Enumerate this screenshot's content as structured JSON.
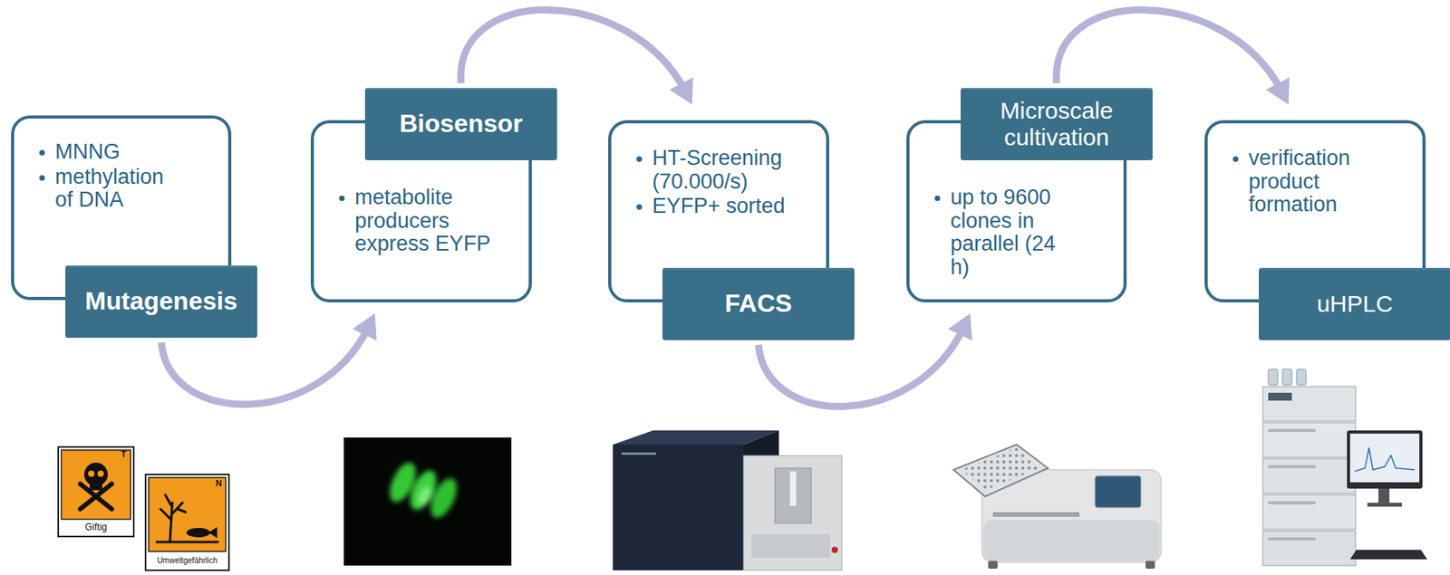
{
  "diagram": {
    "nodes": [
      {
        "text": [
          "MNNG",
          "methylation of DNA",
          "Mutagenesis"
        ]
      },
      {
        "text": [
          "Biosensor",
          "metabolite producers express EYFP"
        ]
      },
      {
        "text": [
          "HT-Screening (70.000/s)",
          "EYFP+ sorted",
          "FACS"
        ]
      },
      {
        "text": [
          "Microscale cultivation",
          "up to 9600 clones in parallel (24 h)"
        ]
      },
      {
        "text": [
          "verification product formation",
          "uHPLC"
        ]
      }
    ],
    "edges": [
      {
        "from": 0,
        "to": 1,
        "arrow": "to"
      },
      {
        "from": 1,
        "to": 2,
        "arrow": "to"
      },
      {
        "from": 2,
        "to": 3,
        "arrow": "to"
      },
      {
        "from": 3,
        "to": 4,
        "arrow": "to"
      }
    ],
    "labels": [
      "T",
      "Giftig",
      "N",
      "Umweltgefährlich"
    ]
  }
}
